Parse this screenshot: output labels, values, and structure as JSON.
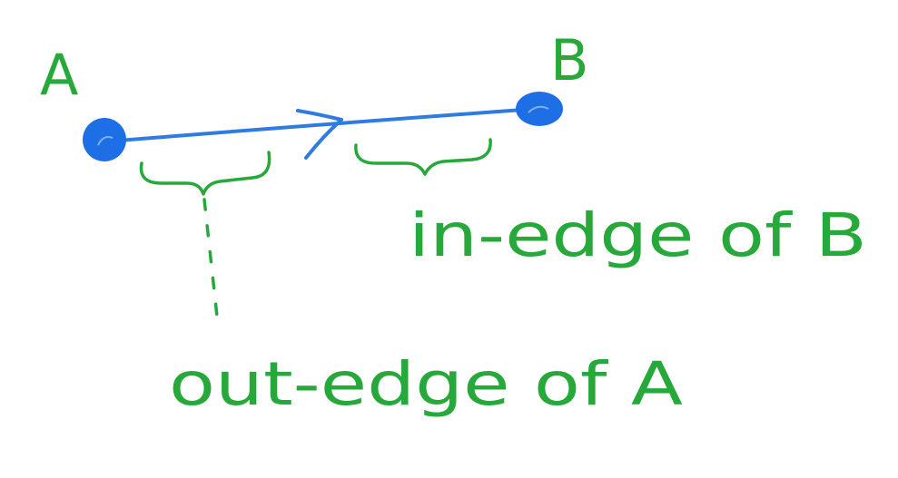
{
  "colors": {
    "background": "#ffffff",
    "edge_ink": "#2f7be0",
    "node_ink": "#1e6fe6",
    "label_ink": "#27a83a"
  },
  "nodes": {
    "a": {
      "label": "A"
    },
    "b": {
      "label": "B"
    }
  },
  "annotations": {
    "in_edge": "in-edge of B",
    "out_edge": "out-edge of A"
  }
}
